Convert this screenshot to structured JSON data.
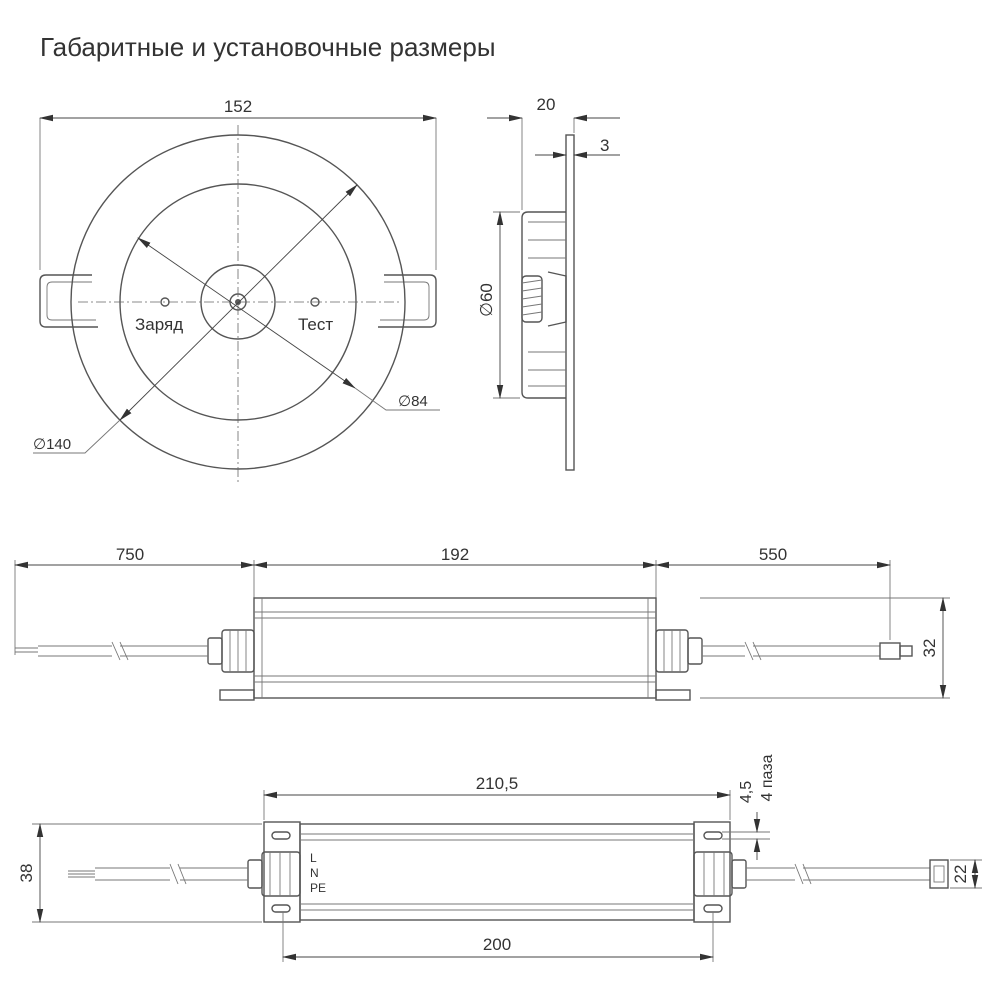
{
  "title": "Габаритные и установочные размеры",
  "colors": {
    "line": "#555555",
    "text": "#333333",
    "background": "#ffffff"
  },
  "top_view": {
    "dim_width": "152",
    "dim_outer_diameter": "∅140",
    "dim_inner_diameter": "∅84",
    "label_charge": "Заряд",
    "label_test": "Тест"
  },
  "side_view": {
    "dim_depth": "20",
    "dim_flange": "3",
    "dim_body_diameter": "∅60"
  },
  "front_view": {
    "dim_left_cable": "750",
    "dim_body_length": "192",
    "dim_right_cable": "550",
    "dim_height": "32"
  },
  "plan_view": {
    "dim_overall_length": "210,5",
    "dim_slot_width": "4,5",
    "dim_slots_label": "4 паза",
    "dim_mount_spacing": "200",
    "dim_width": "38",
    "dim_connector": "22",
    "terminal_labels": [
      "L",
      "N",
      "PE"
    ]
  }
}
